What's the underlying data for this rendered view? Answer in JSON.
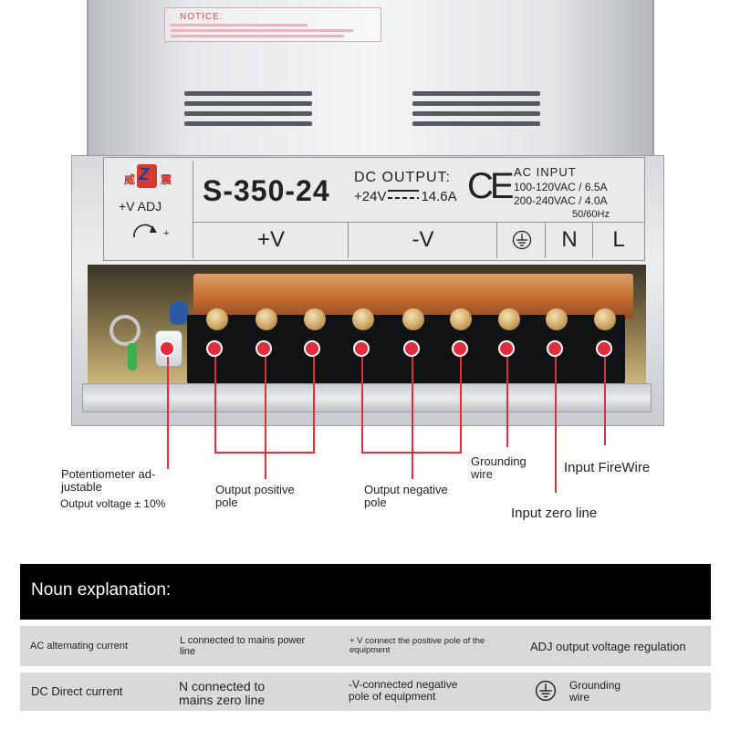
{
  "product": {
    "notice_title": "NOTICE:",
    "logo_chars": [
      "威",
      "震"
    ],
    "logo_mark": "Z",
    "adj_label": "+V ADJ",
    "adj_symbol": "+",
    "model": "S-350-24",
    "dc_output": {
      "title": "DC OUTPUT:",
      "voltage": "+24V",
      "current": "14.6A"
    },
    "ce_mark": "CE",
    "ac_input": {
      "title": "AC INPUT",
      "line1": "100-120VAC / 6.5A",
      "line2": "200-240VAC / 4.0A",
      "freq": "50/60Hz"
    },
    "terminals": {
      "pos": "+V",
      "neg": "-V",
      "n": "N",
      "l": "L"
    }
  },
  "callouts": {
    "pot_line1": "Potentiometer ad-",
    "pot_line2": "justable",
    "pot_note": "Output voltage ± 10%",
    "pos_line1": "Output positive",
    "pos_line2": "pole",
    "neg_line1": "Output negative",
    "neg_line2": "pole",
    "gnd_line1": "Grounding",
    "gnd_line2": "wire",
    "fire": "Input FireWire",
    "zero": "Input zero line"
  },
  "explanation": {
    "title": "Noun explanation:",
    "row1": {
      "c1": "AC alternating current",
      "c2_l1": "L connected to mains power",
      "c2_l2": "line",
      "c3_l1": "+ V connect the positive pole of the",
      "c3_l2": "equipment",
      "c4": "ADJ output voltage regulation"
    },
    "row2": {
      "c1": "DC Direct current",
      "c2_l1": "N connected to",
      "c2_l2": "mains zero line",
      "c3_l1": "-V-connected negative",
      "c3_l2": "pole of equipment",
      "c4_l1": "Grounding",
      "c4_l2": "wire"
    }
  },
  "colors": {
    "callout_red": "#e22d3d",
    "header_bg": "#000000",
    "row_bg": "#d9d9d9"
  }
}
